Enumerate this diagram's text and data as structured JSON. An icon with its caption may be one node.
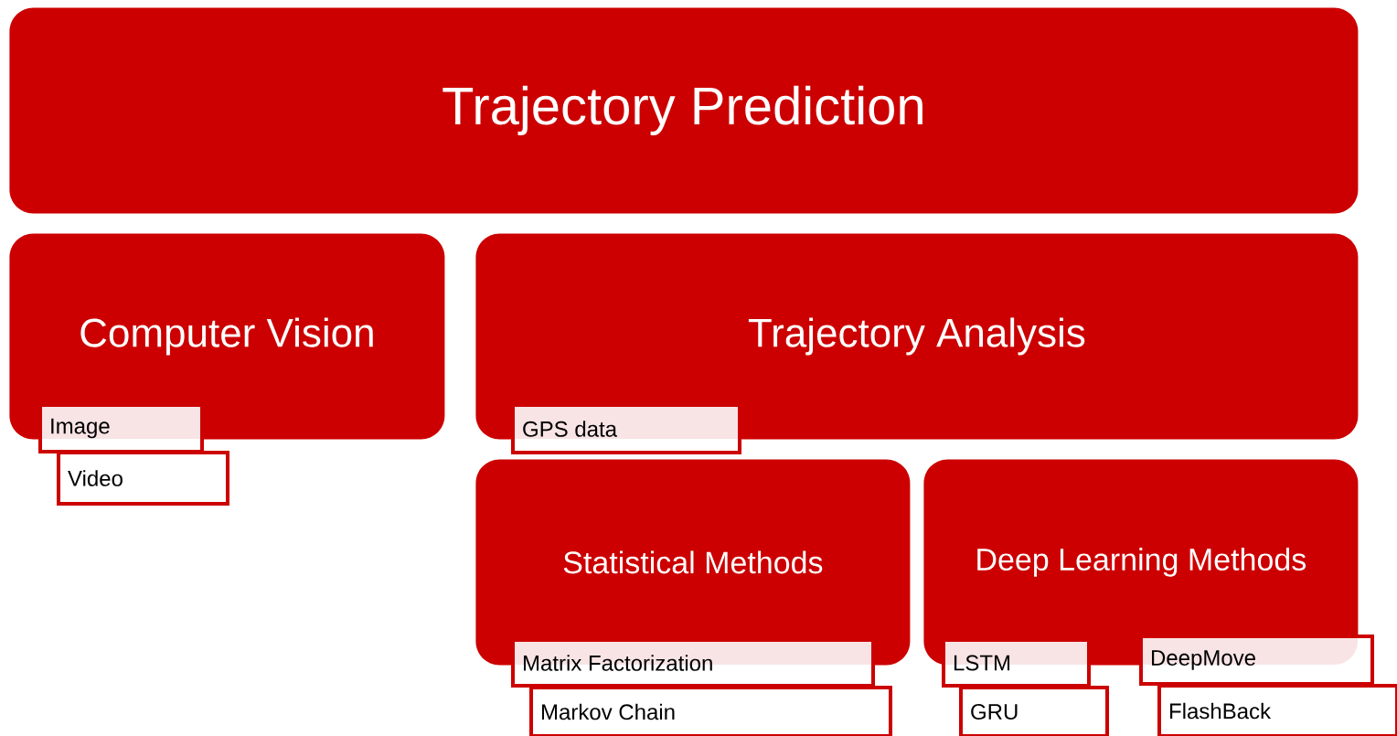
{
  "diagram": {
    "nodes": [
      {
        "text": [
          "Trajectory Prediction"
        ]
      },
      {
        "text": [
          "Computer Vision"
        ]
      },
      {
        "text": [
          "Image"
        ]
      },
      {
        "text": [
          "Video"
        ]
      },
      {
        "text": [
          "Trajectory Analysis"
        ]
      },
      {
        "text": [
          "GPS data"
        ]
      },
      {
        "text": [
          "Statistical Methods"
        ]
      },
      {
        "text": [
          "Deep Learning Methods"
        ]
      },
      {
        "text": [
          "Matrix Factorization"
        ]
      },
      {
        "text": [
          "Markov Chain"
        ]
      },
      {
        "text": [
          "LSTM"
        ]
      },
      {
        "text": [
          "GRU"
        ]
      },
      {
        "text": [
          "DeepMove"
        ]
      },
      {
        "text": [
          "FlashBack"
        ]
      }
    ]
  }
}
